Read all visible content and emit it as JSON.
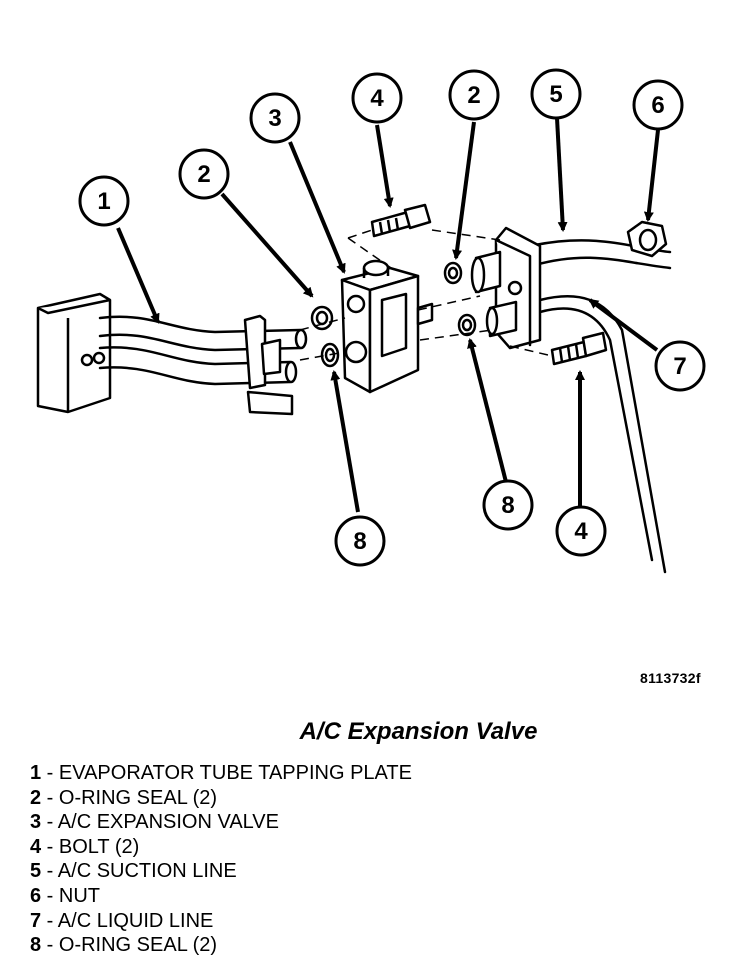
{
  "figure_id": "8113732f",
  "title": "A/C Expansion Valve",
  "callouts": [
    "1",
    "2",
    "3",
    "4",
    "2",
    "5",
    "6",
    "7",
    "8",
    "4",
    "8"
  ],
  "legend": [
    {
      "num": "1",
      "text": " - EVAPORATOR TUBE TAPPING PLATE"
    },
    {
      "num": "2",
      "text": " - O-RING SEAL (2)"
    },
    {
      "num": "3",
      "text": " - A/C EXPANSION VALVE"
    },
    {
      "num": "4",
      "text": " - BOLT (2)"
    },
    {
      "num": "5",
      "text": " - A/C SUCTION LINE"
    },
    {
      "num": "6",
      "text": " - NUT"
    },
    {
      "num": "7",
      "text": " - A/C LIQUID LINE"
    },
    {
      "num": "8",
      "text": " - O-RING SEAL (2)"
    }
  ]
}
